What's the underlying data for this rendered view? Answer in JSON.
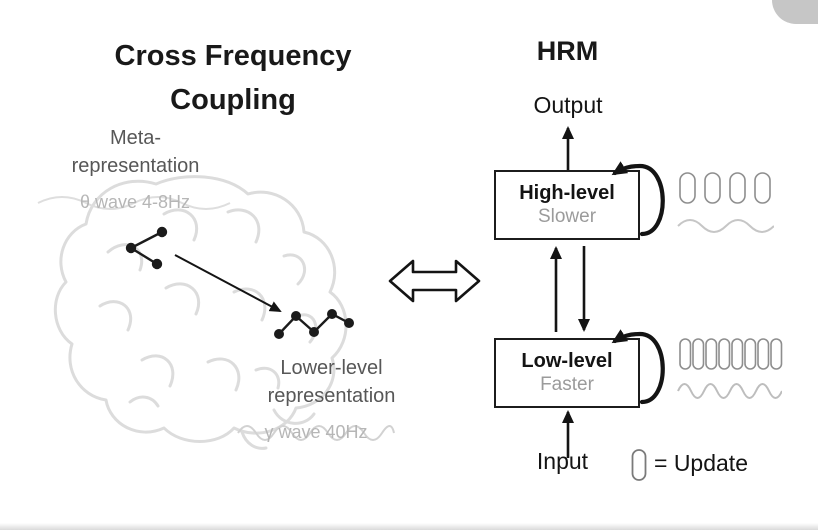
{
  "colors": {
    "text_primary": "#191919",
    "text_gray": "#575757",
    "text_light_gray": "#b6b6b6",
    "brain_stroke": "#dcdcdc",
    "capsule_stroke": "#8e8e8e"
  },
  "left_panel": {
    "title_line1": "Cross Frequency",
    "title_line2": "Coupling",
    "meta_label_line1": "Meta-",
    "meta_label_line2": "representation",
    "theta_wave_label": "θ wave 4-8Hz",
    "lower_label_line1": "Lower-level",
    "lower_label_line2": "representation",
    "gamma_wave_label": "γ wave 40Hz"
  },
  "right_panel": {
    "title": "HRM",
    "output_label": "Output",
    "high_module": {
      "name": "High-level",
      "speed": "Slower"
    },
    "low_module": {
      "name": "Low-level",
      "speed": "Faster"
    },
    "input_label": "Input",
    "legend_label": "= Update",
    "update_capsules": {
      "high_count": 4,
      "low_count": 8
    }
  }
}
